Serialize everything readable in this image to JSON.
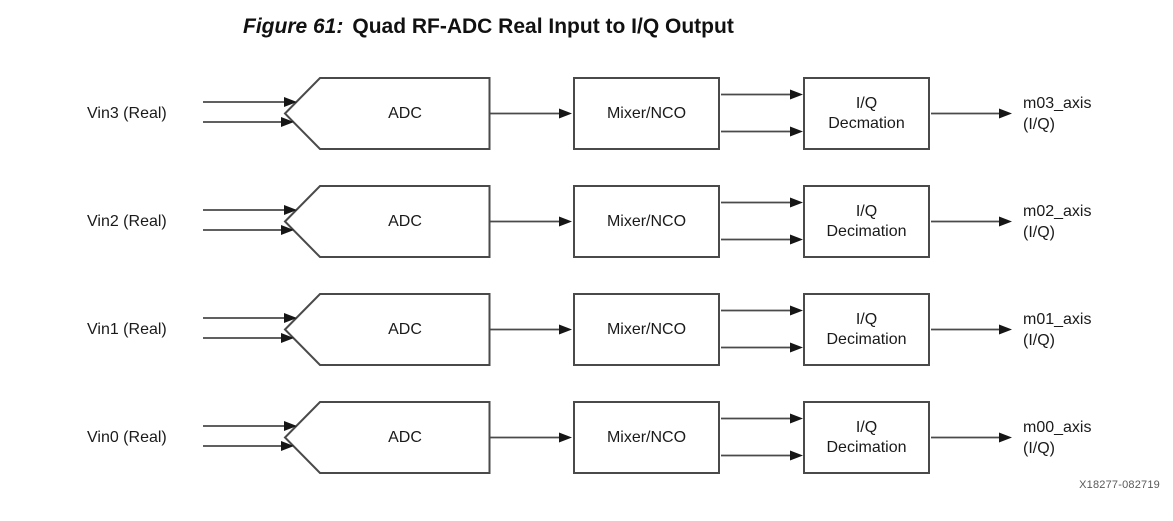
{
  "figure": {
    "title_prefix": "Figure 61:",
    "title_main": "Quad RF-ADC Real Input to I/Q Output",
    "watermark": "X18277-082719"
  },
  "rows": [
    {
      "input_label": "Vin3 (Real)",
      "adc_label": "ADC",
      "mixer_label": "Mixer/NCO",
      "decim_line1": "I/Q",
      "decim_line2": "Decmation",
      "output_line1": "m03_axis",
      "output_line2": "(I/Q)"
    },
    {
      "input_label": "Vin2 (Real)",
      "adc_label": "ADC",
      "mixer_label": "Mixer/NCO",
      "decim_line1": "I/Q",
      "decim_line2": "Decimation",
      "output_line1": "m02_axis",
      "output_line2": "(I/Q)"
    },
    {
      "input_label": "Vin1 (Real)",
      "adc_label": "ADC",
      "mixer_label": "Mixer/NCO",
      "decim_line1": "I/Q",
      "decim_line2": "Decimation",
      "output_line1": "m01_axis",
      "output_line2": "(I/Q)"
    },
    {
      "input_label": "Vin0 (Real)",
      "adc_label": "ADC",
      "mixer_label": "Mixer/NCO",
      "decim_line1": "I/Q",
      "decim_line2": "Decimation",
      "output_line1": "m00_axis",
      "output_line2": "(I/Q)"
    }
  ],
  "colors": {
    "line": "#4a4a4a",
    "arrowhead": "#161616",
    "label_text": "#1a1a1a",
    "watermark_text": "#58595b"
  }
}
